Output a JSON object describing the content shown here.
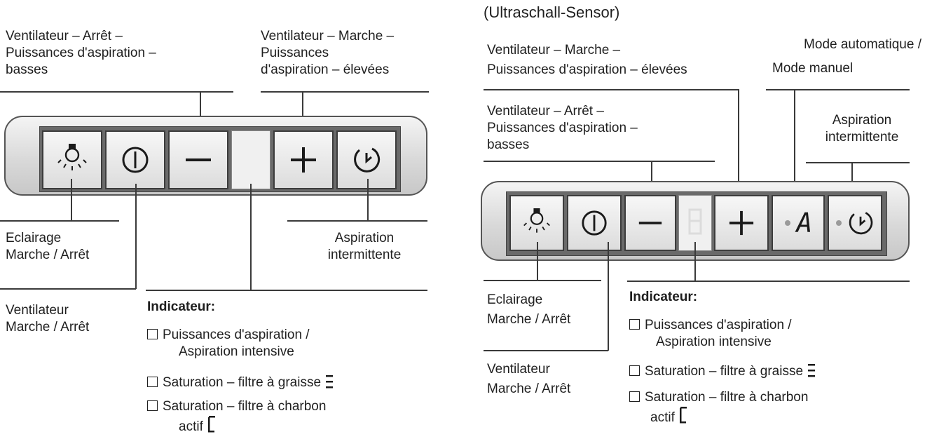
{
  "right_title": "(Ultraschall-Sensor)",
  "left": {
    "fan_off_low": [
      "Ventilateur – Arrêt –",
      "Puissances d'aspiration –",
      "basses"
    ],
    "fan_on_high": [
      "Ventilateur – Marche –",
      "Puissances",
      "d'aspiration – élevées"
    ],
    "lighting": [
      "Eclairage",
      "Marche / Arrêt"
    ],
    "intermittent": [
      "Aspiration",
      "intermittente"
    ],
    "fan_onoff": [
      "Ventilateur",
      "Marche / Arrêt"
    ],
    "indicator_heading": "Indicateur:",
    "indicator_items": [
      [
        "Puissances d'aspiration /",
        "Aspiration intensive"
      ],
      [
        "Saturation – filtre à graisse"
      ],
      [
        "Saturation – filtre à charbon",
        "actif"
      ]
    ]
  },
  "right": {
    "fan_on_high": [
      "Ventilateur – Marche –",
      "Puissances d'aspiration – élevées"
    ],
    "auto_mode": [
      "Mode automatique /",
      "Mode manuel"
    ],
    "fan_off_low": [
      "Ventilateur – Arrêt –",
      "Puissances d'aspiration –",
      "basses"
    ],
    "intermittent": [
      "Aspiration",
      "intermittente"
    ],
    "lighting": [
      "Eclairage",
      "Marche / Arrêt"
    ],
    "fan_onoff": [
      "Ventilateur",
      "Marche / Arrêt"
    ],
    "indicator_heading": "Indicateur:",
    "indicator_items": [
      [
        "Puissances d'aspiration /",
        "Aspiration intensive"
      ],
      [
        "Saturation – filtre à graisse"
      ],
      [
        "Saturation – filtre à charbon",
        "actif"
      ]
    ],
    "mode_display": "A"
  },
  "icons": [
    "light-bulb-icon",
    "power-icon",
    "minus-icon",
    "plus-icon",
    "timer-icon",
    "grease-filter-icon",
    "charcoal-filter-icon"
  ]
}
